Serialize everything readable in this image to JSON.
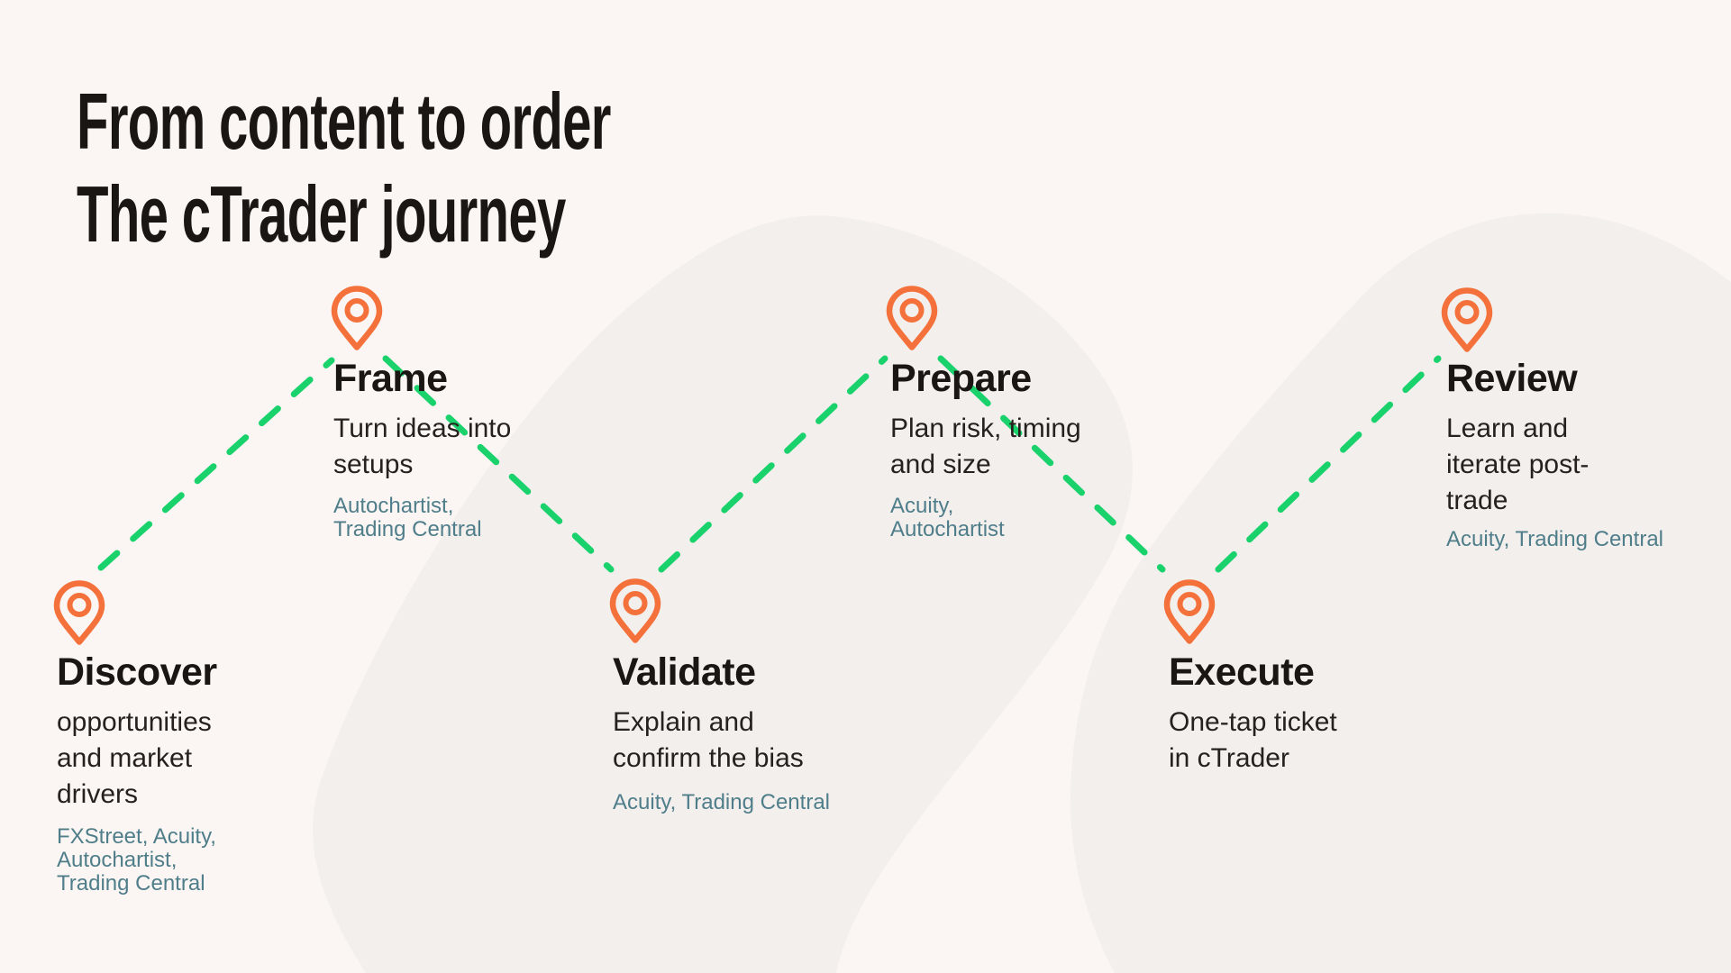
{
  "title": {
    "line1": "From content to order",
    "line2": "The cTrader journey",
    "combined": "From content to order\nThe cTrader journey"
  },
  "steps": [
    {
      "id": "discover",
      "title": "Discover",
      "description": "opportunities\nand market\ndrivers",
      "sources": "FXStreet, Acuity,\nAutochartist,\nTrading Central"
    },
    {
      "id": "frame",
      "title": "Frame",
      "description": "Turn ideas into\nsetups",
      "sources": "Autochartist,\nTrading Central"
    },
    {
      "id": "validate",
      "title": "Validate",
      "description": "Explain and\nconfirm the bias",
      "sources": "Acuity, Trading Central"
    },
    {
      "id": "prepare",
      "title": "Prepare",
      "description": "Plan risk, timing\nand size",
      "sources": "Acuity,\nAutochartist"
    },
    {
      "id": "execute",
      "title": "Execute",
      "description": "One-tap ticket\nin cTrader",
      "sources": ""
    },
    {
      "id": "review",
      "title": "Review",
      "description": "Learn and\niterate post-\ntrade",
      "sources": "Acuity, Trading Central"
    }
  ],
  "icons": {
    "pin": "location-pin-icon"
  },
  "colors": {
    "background": "#FBF6F3",
    "shape_gray": "#F2EFED",
    "pin_orange": "#F4713B",
    "connector_green": "#19D26C",
    "source_teal": "#4F7E8A",
    "heading_ink": "#1A1613",
    "body_ink": "#26211D"
  }
}
